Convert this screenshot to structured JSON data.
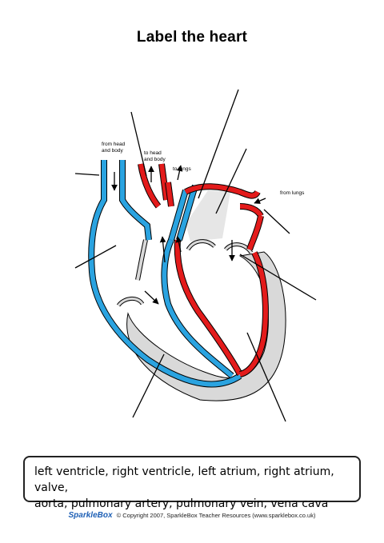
{
  "title": "Label the heart",
  "labels": {
    "from_head_body_1": "from head",
    "from_head_body_2": "and body",
    "to_head_body_1": "to head",
    "to_head_body_2": "and body",
    "to_lungs": "to lungs",
    "from_lungs": "from lungs"
  },
  "word_bank": {
    "line1": "left ventricle, right ventricle, left atrium, right atrium, valve,",
    "line2": "aorta, pulmonary artery, pulmonary vein, vena cava"
  },
  "footer": {
    "brand": "SparkleBox",
    "copyright": "© Copyright 2007, SparkleBox Teacher Resources (www.sparklebox.co.uk)"
  },
  "colors": {
    "deoxygenated": "#2aa3e0",
    "oxygenated": "#e31b1b",
    "muscle": "#d9d9d9"
  }
}
